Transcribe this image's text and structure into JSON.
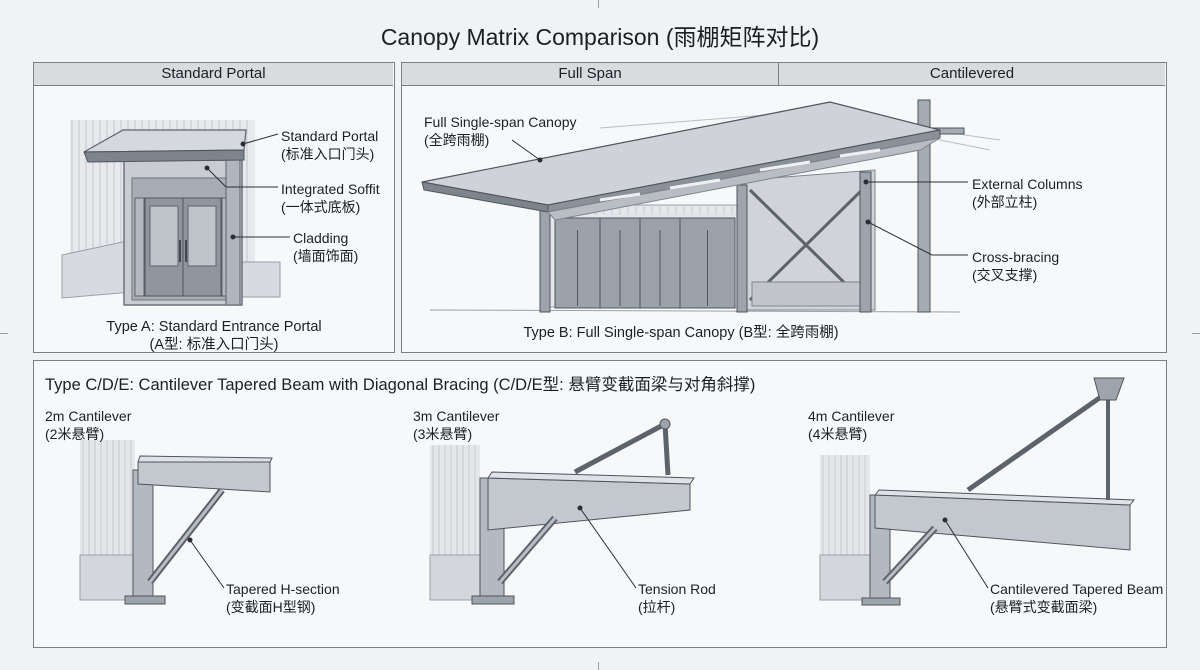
{
  "page": {
    "title": "Canopy Matrix Comparison (雨棚矩阵对比)"
  },
  "top_panels": {
    "standard_portal": {
      "header": "Standard Portal",
      "callouts": [
        {
          "en": "Standard Portal",
          "zh": "(标准入口门头)"
        },
        {
          "en": "Integrated Soffit",
          "zh": "(一体式底板)"
        },
        {
          "en": "Cladding",
          "zh": "(墙面饰面)"
        }
      ],
      "caption_en": "Type A: Standard Entrance Portal",
      "caption_zh": "(A型: 标准入口门头)"
    },
    "full_span": {
      "header_left": "Full Span",
      "header_right": "Cantilevered",
      "callouts": [
        {
          "en": "Full Single-span Canopy",
          "zh": "(全跨雨棚)"
        },
        {
          "en": "External Columns",
          "zh": "(外部立柱)"
        },
        {
          "en": "Cross-bracing",
          "zh": "(交叉支撑)"
        }
      ],
      "caption": "Type B: Full Single-span Canopy (B型: 全跨雨棚)"
    }
  },
  "bottom_panel": {
    "title": "Type C/D/E: Cantilever Tapered Beam with Diagonal Bracing (C/D/E型: 悬臂变截面梁与对角斜撑)",
    "details": [
      {
        "title_en": "2m Cantilever",
        "title_zh": "(2米悬臂)",
        "callout_en": "Tapered H-section",
        "callout_zh": "(变截面H型钢)"
      },
      {
        "title_en": "3m Cantilever",
        "title_zh": "(3米悬臂)",
        "callout_en": "Tension Rod",
        "callout_zh": "(拉杆)"
      },
      {
        "title_en": "4m Cantilever",
        "title_zh": "(4米悬臂)",
        "callout_en": "Cantilevered Tapered Beam",
        "callout_zh": "(悬臂式变截面梁)"
      }
    ]
  },
  "colors": {
    "panel_border": "#7b8088",
    "header_fill": "#d9dbdf",
    "steel": "#a9afb7",
    "steel_dark": "#6e747c",
    "ink": "#1c1f24"
  }
}
